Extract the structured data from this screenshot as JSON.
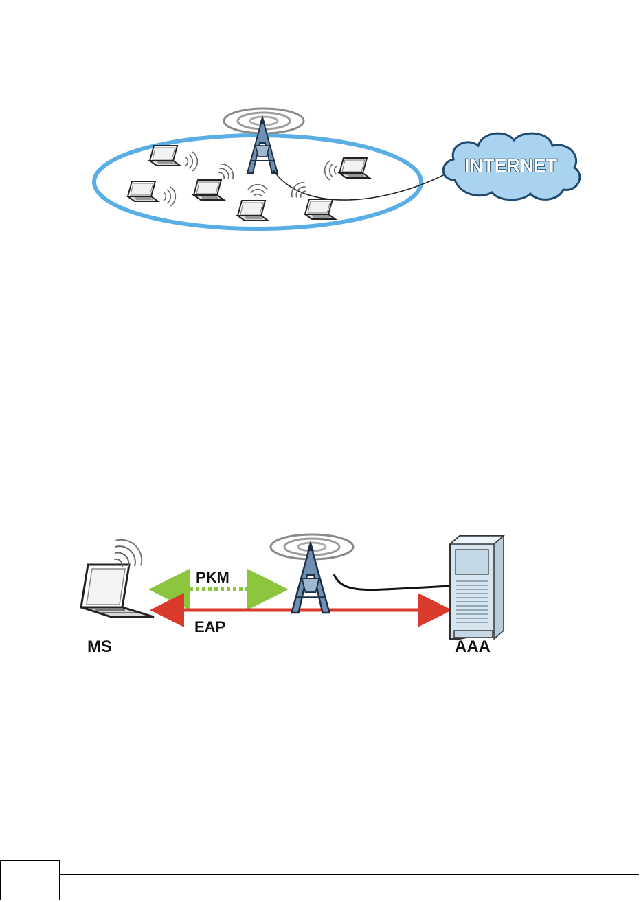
{
  "figure_1": {
    "cloud_label": "INTERNET"
  },
  "figure_2": {
    "pkm_label": "PKM",
    "eap_label": "EAP",
    "ms_label": "MS",
    "aaa_label": "AAA"
  },
  "colors": {
    "ellipse": "#5aaee6",
    "cloud_fill": "#a9d3ee",
    "tower": "#6f8fb3",
    "pkm_arrow": "#8cc63f",
    "eap_arrow": "#d93a2b",
    "server": "#d6e6f0"
  }
}
